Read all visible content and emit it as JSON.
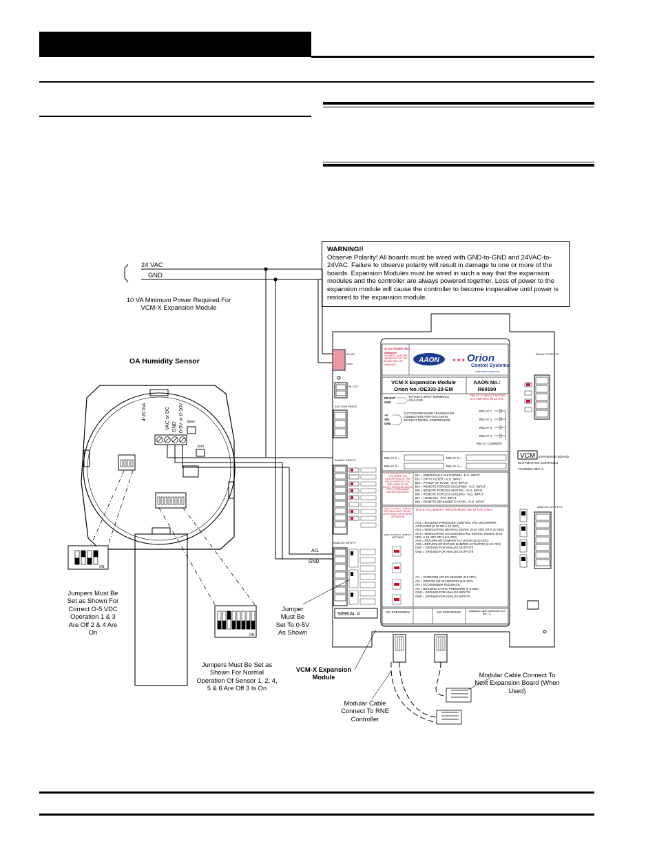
{
  "warning": {
    "title": "WARNING!!",
    "body": "Observe Polarity! All boards must be wired with GND-to-GND and 24VAC-to-24VAC. Failure to observe polarity will result in damage to one or more of the boards. Expansion Modules must be wired in such a way that the expansion modules and the controller are always powered together. Loss of power to the expansion module will cause the controller to become inoperative until power is restored to the expansion module."
  },
  "power": {
    "vac_label": "24 VAC",
    "gnd_label": "GND",
    "note": "10 VA Minimum Power Required For VCM-X Expansion Module"
  },
  "sensor": {
    "title": "OA Humidity Sensor",
    "terminals": [
      "4-20 mA",
      "VAC or DC",
      "GND",
      "0-5V or 0-10V"
    ],
    "span": "Span",
    "zero": "Zero",
    "jumpers_note_1": "Jumpers Must Be Set as Shown For Correct O-5 VDC Operation 1 & 3 Are Off 2 & 4 Are On",
    "jumpers_note_2": "Jumpers Must Be Set as Shown For Normal Operation Of Sensor 1, 2, 4, 5 & 6 Are Off 3 Is On",
    "on_label": "ON"
  },
  "board": {
    "title_line1": "VCM-X Expansion Module",
    "title_line2": "Orion No.:OE333-23-EM",
    "aaon_no_label": "AAON No.:",
    "aaon_no": "R69190",
    "aaon_logo": "AAON",
    "orion_logo": "Orion",
    "control_systems": "Control Systems",
    "website": "www.orioncontrols.com",
    "power_warning": [
      "24 VAC POWER ONLY",
      "WARNING!",
      "POLARITY MUST BE OBSERVED OR THE BOARD WILL BE DAMAGED"
    ],
    "pr_out": "PR OUT",
    "gnd": "GND",
    "pr_out_note": "TO VCM-X INPUT TERMINALS AI5 & GND",
    "suction_terms": [
      "+V",
      "SIG",
      "GND"
    ],
    "suction_note": "SUCTION PRESSURE TRANSDUCER CONNECTION FOR HVAC UNITS WITHOUT DIGITAL COMPRESSOR",
    "relay_contact": "RELAY CONTACT RATING IS 1 AMP MAX @ 24 VAC",
    "relays": [
      "RELAY 1",
      "RELAY 2",
      "RELAY 3",
      "RELAY 4"
    ],
    "relay_common": "RELAY COMMON",
    "relay_fields": [
      "RELAY 1 =",
      "RELAY 2 =",
      "RELAY 3 =",
      "RELAY 4 ="
    ],
    "bi_note": "IT IS SUGGESTED THAT YOU WRITE THE DESCRIPTION OF THE RELAY OUTPUTS YOU ARE USING IN THE BOXES PROVIDED ABOVE WITH A PERMANENT MARKER (SHARPIE)",
    "binary_inputs": [
      "BI1 = EMERGENCY SHUTDOWN - N.C. INPUT",
      "BI2 = DIRTY FILTER - N.O. INPUT",
      "BI3 = PROOF OF FLOW - N.O. INPUT",
      "BI4 = REMOTE FORCED OCCUPIED - N.O. INPUT",
      "BI5 = REMOTE FORCED HEATING - N.O. INPUT",
      "BI6 = REMOTE FORCED COOLING - N.O. INPUT",
      "BI7 = HOOD ON - N.O. INPUT",
      "BI8 = REMOTE DEHUMIDIFICATION - N.O. INPUT"
    ],
    "ai_jumper_note": "ANALOG INPUT JUMPER SETTINGS MUST BE SET AS SHOWN FOR PROPER OPERATION",
    "note_bi": "NOTE: ALL BINARY INPUTS MUST BE 24 VAC ONLY",
    "ai_jumper_settings": "ANALOG INPUT JUMPER SETTINGS",
    "analog_outputs": [
      "AO1 = BUILDING PRESSURE CONTROL VFD OR DAMPER ACTUATOR (0-10 OR 2-10 VDC)",
      "AO2 = MODULATING HEATING SIGNAL (0-10 VDC OR 2-10 VDC)",
      "AO3 = MODULATING COOLING/DIGITAL SCROLL SIGNAL (0-10 VDC, 2-10 VDC OR 1.5-5 VDC)",
      "AO4 = RETURN AIR DAMPER ACTUATOR (0-10 VDC)",
      "AO5 = RETURN AIR BYPASS DAMPER ACTUATOR (0-10 VDC)",
      "GND = GROUND FOR ANALOG OUTPUTS",
      "GND = GROUND FOR ANALOG OUTPUTS"
    ],
    "analog_inputs": [
      "AI1 = OUTDOOR AIR RH SENSOR (0-5 VDC)",
      "AI2 = INDOOR AIR RH SENSOR (0-5 VDC)",
      "AI3 = ECONOMIZER FEEDBACK",
      "AI4 = BUILDING STATIC PRESSURE (0-5 VDC)",
      "GND = GROUND FOR ANALOG INPUTS",
      "GND = GROUND FOR ANALOG INPUTS"
    ],
    "i2c_left": "I2C EXPANSION",
    "i2c_right": "I2C EXPANSION",
    "label_box": "WattMaster Label #LB112233-01-A Rev.: 1L",
    "vcm_badge": "VCM",
    "expansion_board": [
      "EXPANSION BOARD",
      "WATTMASTER CONTROLS",
      "YS102202 REV. 6"
    ],
    "serial": "SERIAL #",
    "pr_label": "PR OUT",
    "suction_press": "SUCTION PRESS",
    "binary_inputs_hdr": "BINARY INPUTS",
    "analog_inputs_hdr": "ANALOG INPUTS",
    "relay_outputs": "RELAY OUTPUTS",
    "analog_outputs_hdr": "ANALOG OUTPUTS",
    "vac24": "24VAC",
    "gnd_hdr": "GND",
    "ai1": "AI1",
    "gnd_wire": "GND"
  },
  "callouts": {
    "jumper": "Jumper Must Be Set To 0-5V As Shown",
    "module": "VCM-X Expansion Module",
    "cable_next": "Modular Cable Connect To Next Expansion Board (When Used)",
    "cable_rne": "Modular Cable Connect To RNE Controller"
  }
}
